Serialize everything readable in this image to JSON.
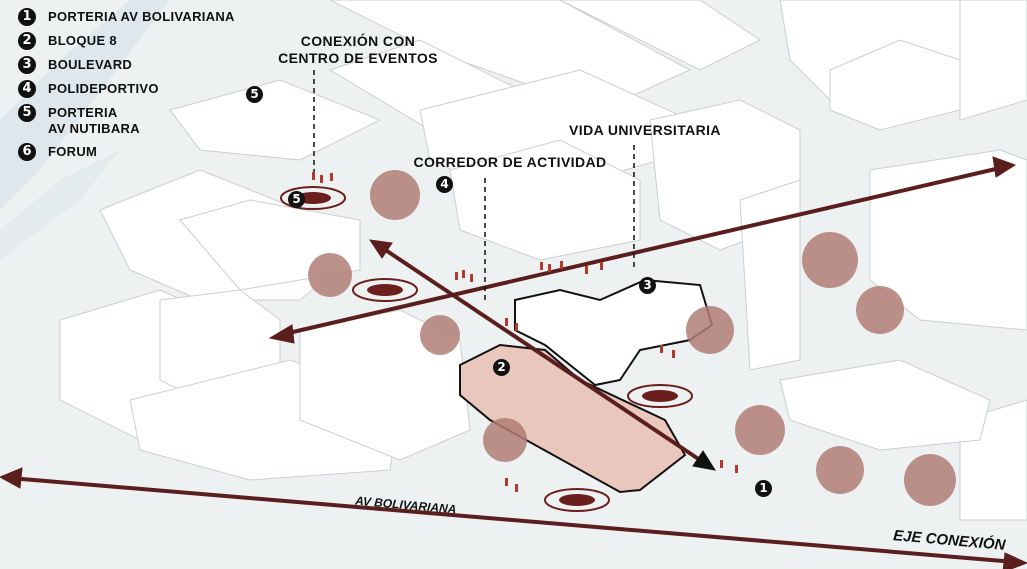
{
  "legend": [
    {
      "num": "1",
      "label": "PORTERIA AV BOLIVARIANA"
    },
    {
      "num": "2",
      "label": "BLOQUE 8"
    },
    {
      "num": "3",
      "label": "BOULEVARD"
    },
    {
      "num": "4",
      "label": "POLIDEPORTIVO"
    },
    {
      "num": "5",
      "label": "PORTERIA\nAV NUTIBARA"
    },
    {
      "num": "6",
      "label": "FORUM"
    }
  ],
  "annotations": {
    "conexion": "CONEXIÓN CON\nCENTRO DE EVENTOS",
    "vida": "VIDA UNIVERSITARIA",
    "corredor": "CORREDOR DE ACTIVIDAD"
  },
  "markers": {
    "m1": "1",
    "m2": "2",
    "m3": "3",
    "m4": "4",
    "m5a": "5",
    "m5b": "5"
  },
  "roads": {
    "bolivariana": "AV BOLIVARIANA",
    "eje": "EJE CONEXIÓN"
  },
  "colors": {
    "axis": "#5a1e1c",
    "tree": "#b07e76",
    "block_fill": "#e9c7bc",
    "building": "#ffffff",
    "ground": "#eef1f2",
    "ring": "#6b1f1c"
  }
}
